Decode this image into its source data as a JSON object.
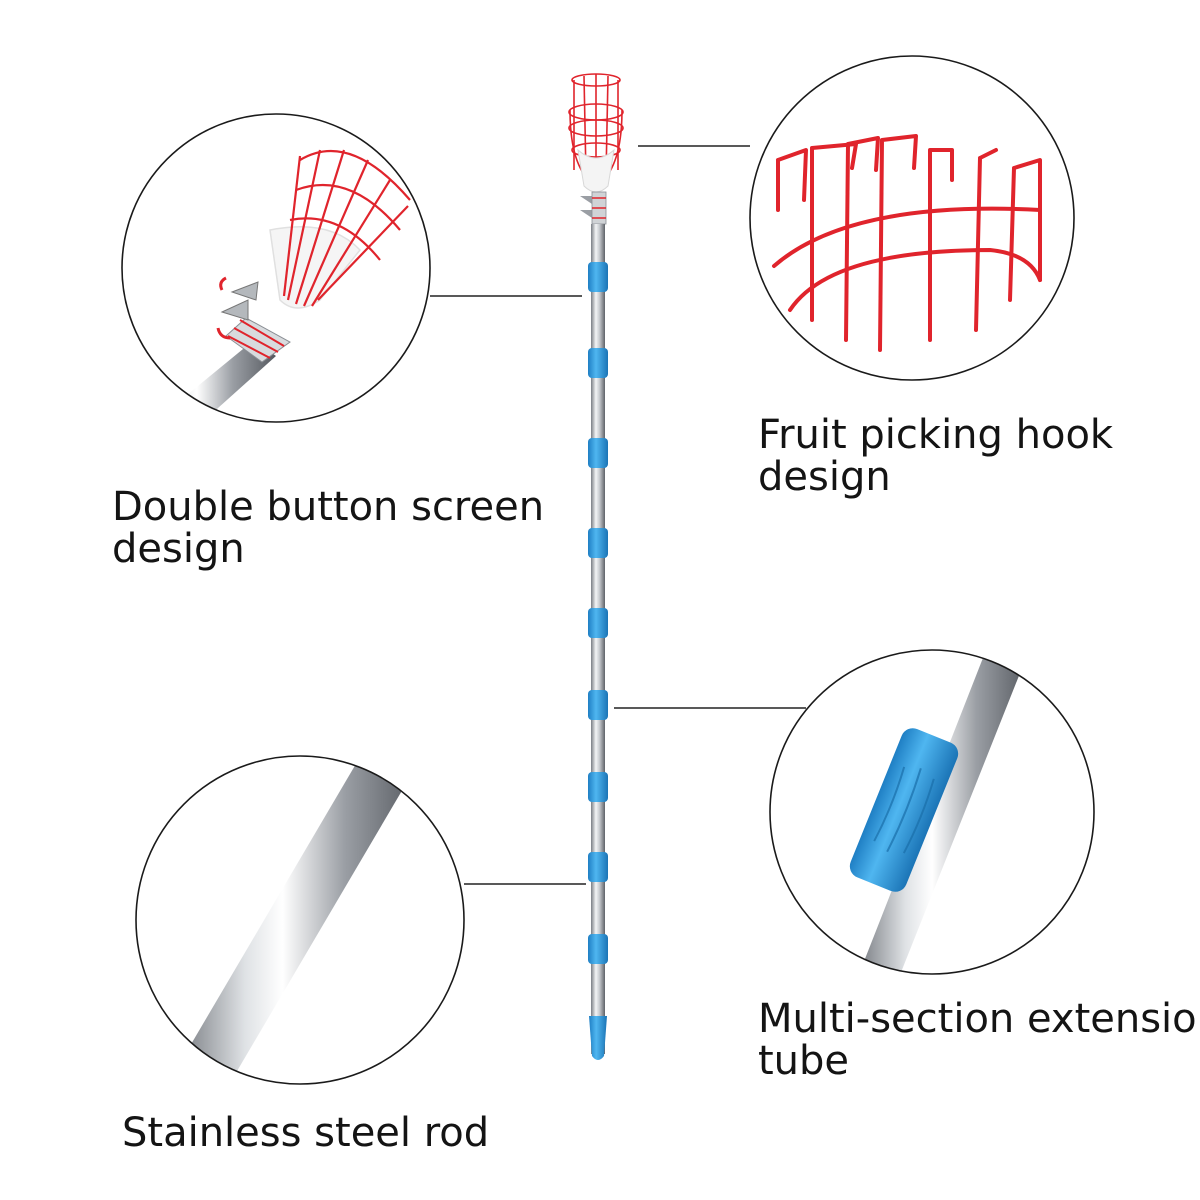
{
  "labels": {
    "double_button": [
      "Double button screen",
      "design"
    ],
    "hook": [
      "Fruit picking hook",
      "design"
    ],
    "extension": [
      "Multi-section extension",
      "tube"
    ],
    "rod": [
      "Stainless steel rod"
    ]
  },
  "colors": {
    "basket_red": "#e0242c",
    "sleeve_blue": "#2e9be0",
    "steel_light": "#eef0f2",
    "steel_dark": "#6e7278",
    "line": "#222222"
  }
}
